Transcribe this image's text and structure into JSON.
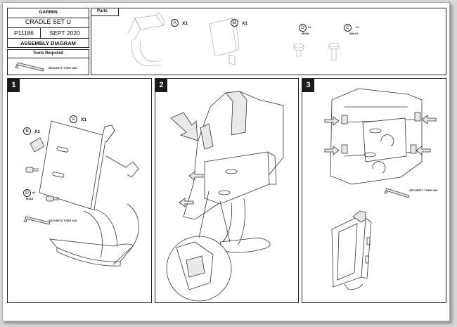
{
  "title_block": {
    "brand": "GARMIN",
    "product": "CRADLE SET U",
    "part_number": "P11186",
    "date": "SEPT 2020",
    "doc_type": "ASSEMBLY DIAGRAM"
  },
  "tools": {
    "heading": "Tools Required",
    "item": "SECURITY TORX X20"
  },
  "parts": {
    "heading": "Parts",
    "items": [
      {
        "letter": "A",
        "qty": "X1"
      },
      {
        "letter": "B",
        "qty": "X1"
      },
      {
        "letter": "D",
        "qty": "x2",
        "size": "M4x8"
      },
      {
        "letter": "C",
        "qty": "x2",
        "size": "M4x12"
      }
    ]
  },
  "steps": [
    {
      "number": "1",
      "callouts": [
        {
          "letter": "A",
          "qty": "X1"
        },
        {
          "letter": "B",
          "qty": "X1"
        },
        {
          "letter": "D",
          "qty": "x2",
          "size": "M4x8"
        }
      ],
      "tool_label": "SECURITY TORX X20"
    },
    {
      "number": "2"
    },
    {
      "number": "3",
      "tool_label": "SECURITY TORX X20"
    }
  ]
}
